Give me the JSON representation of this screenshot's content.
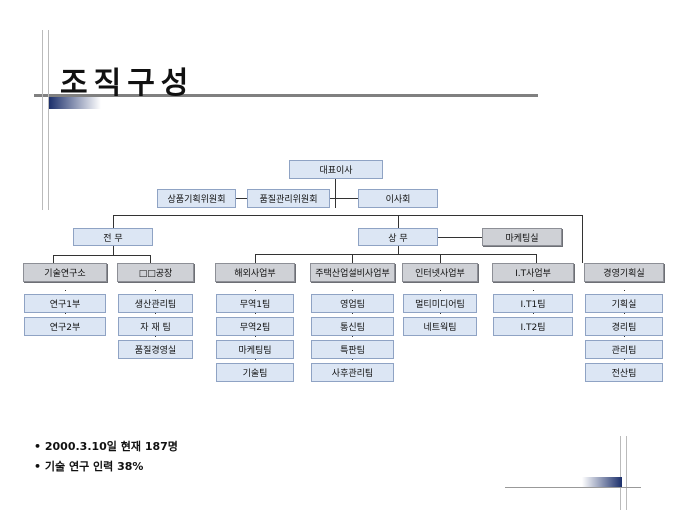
{
  "title": "조직구성",
  "top": {
    "ceo": "대표이사",
    "committees": [
      "상품기획위원회",
      "품질관리위원회"
    ],
    "board": "이사회"
  },
  "executives": {
    "left": "전   무",
    "right": "상   무",
    "marketing": "마케팅실"
  },
  "divisions": [
    {
      "name": "기술연구소",
      "teams": [
        "연구1부",
        "연구2부"
      ]
    },
    {
      "name": "□□공장",
      "teams": [
        "생산관리팀",
        "자 재 팀",
        "품질경영실"
      ]
    },
    {
      "name": "해외사업부",
      "teams": [
        "무역1팀",
        "무역2팀",
        "마케팅팀",
        "기술팀"
      ]
    },
    {
      "name": "주택산업설비사업부",
      "teams": [
        "영업팀",
        "통신팀",
        "특판팀",
        "사후관리팀"
      ]
    },
    {
      "name": "인터넷사업부",
      "teams": [
        "멀티미디어팀",
        "네트웍팀"
      ]
    },
    {
      "name": "I.T사업부",
      "teams": [
        "I.T1팀",
        "I.T2팀"
      ]
    },
    {
      "name": "경영기획실",
      "teams": [
        "기획실",
        "경리팀",
        "관리팀",
        "전산팀"
      ]
    }
  ],
  "notes": [
    "2000.3.10일  현재 187명",
    "기술 연구 인력  38%"
  ]
}
